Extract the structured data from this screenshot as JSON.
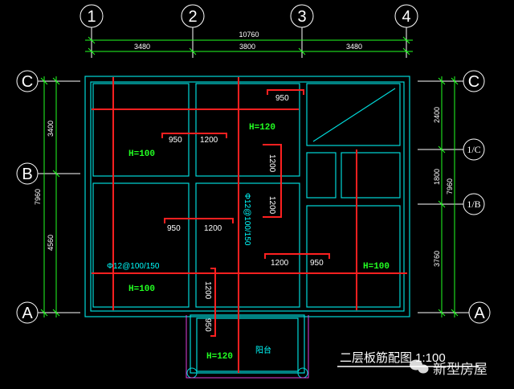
{
  "grid_top": [
    "1",
    "2",
    "3",
    "4"
  ],
  "grid_side": {
    "c": "C",
    "b": "B",
    "a": "A",
    "c_right": "C",
    "a_right": "A",
    "c_half": "1/C",
    "b_half": "1/B"
  },
  "dims_top": {
    "total": "10760",
    "seg1": "3480",
    "seg2": "3800",
    "seg3": "3480"
  },
  "dims_left": {
    "total": "7960",
    "upper": "3400",
    "lower": "4560"
  },
  "dims_right": {
    "total": "7960",
    "d1": "2400",
    "d2": "1800",
    "d3": "3760"
  },
  "rebar": {
    "r1": "950",
    "r2": "950",
    "r3": "1200",
    "r4": "1200",
    "r5": "1200",
    "r6": "950",
    "r7": "1200",
    "r8": "1200",
    "r9": "950",
    "r10": "1200",
    "r11": "950"
  },
  "thickness": {
    "t1": "H=100",
    "t2": "H=120",
    "t3": "H=100",
    "t4": "H=100",
    "t5": "H=120"
  },
  "specs": {
    "s1": "Φ12@100/150",
    "s2": "Φ12@100/150"
  },
  "room_label": "阳台",
  "title": "二层板筋配图  1:100",
  "watermark": "新型房屋",
  "colors": {
    "wall": "#00d8d8",
    "rebar": "#ff2020",
    "bg": "#000000",
    "text": "#ffffff",
    "accent": "#22ff22"
  }
}
